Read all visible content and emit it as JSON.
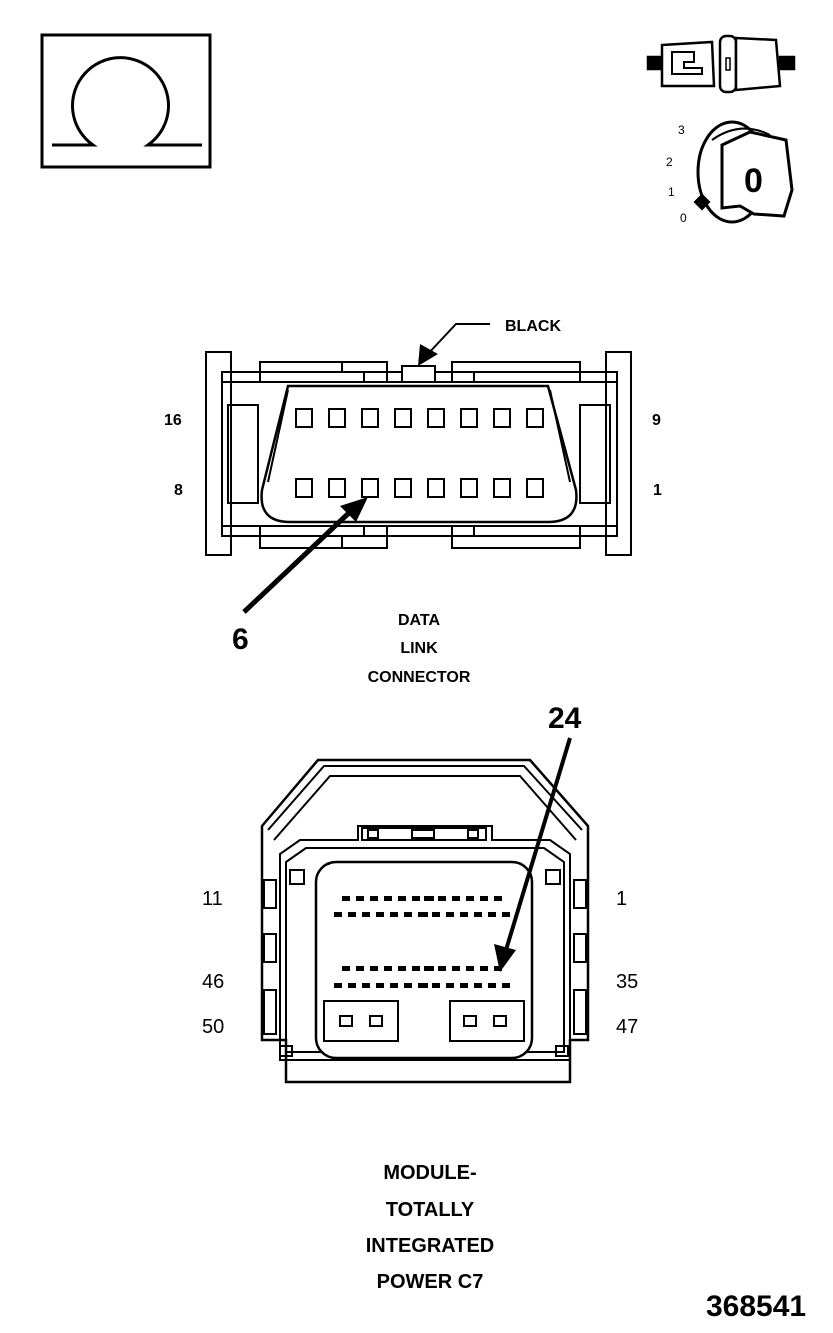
{
  "icons": {
    "ohmmeter": "omega-ohm-symbol-icon",
    "disconnect": "connector-disconnect-icon",
    "ignition": "ignition-key-icon"
  },
  "ignition": {
    "positions": [
      "3",
      "2",
      "1",
      "0"
    ],
    "key_label": "0"
  },
  "dlc": {
    "wire_color_label": "BLACK",
    "pin_top_left": "16",
    "pin_top_right": "9",
    "pin_bottom_left": "8",
    "pin_bottom_right": "1",
    "callout": "6",
    "title_lines": [
      "DATA",
      "LINK",
      "CONNECTOR"
    ]
  },
  "tipm": {
    "callout": "24",
    "pin_row1_left": "11",
    "pin_row1_right": "1",
    "pin_row2_left": "46",
    "pin_row2_right": "35",
    "pin_row3_left": "50",
    "pin_row3_right": "47",
    "title_lines": [
      "MODULE-",
      "TOTALLY",
      "INTEGRATED",
      "POWER C7"
    ]
  },
  "figure_number": "368541"
}
